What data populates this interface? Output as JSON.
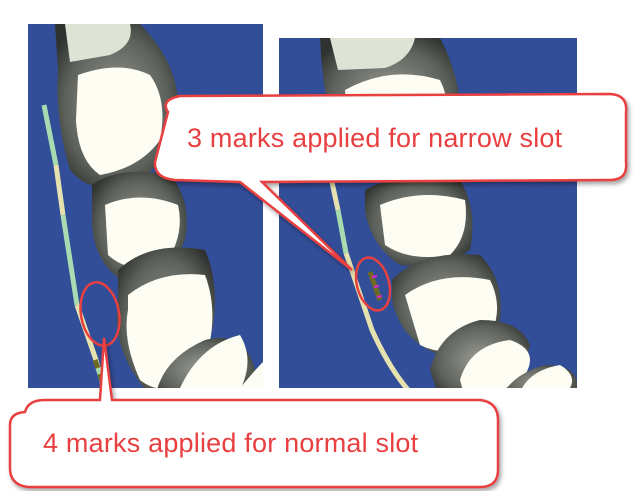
{
  "callouts": {
    "narrow": "3 marks applied for narrow slot",
    "normal": "4 marks applied for normal slot"
  },
  "colors": {
    "background": "#334e99",
    "callout_red": "#e84040",
    "tooth_white": "#fdfdf3",
    "gum_gray": "#5a5e58",
    "wire_yellow": "#e6e2b0",
    "wire_green": "#a8dcb0",
    "mark_olive": "#6e6a20",
    "mark_magenta": "#e020e0"
  },
  "marks": {
    "normal_slot_count": 4,
    "narrow_slot_count": 3
  }
}
